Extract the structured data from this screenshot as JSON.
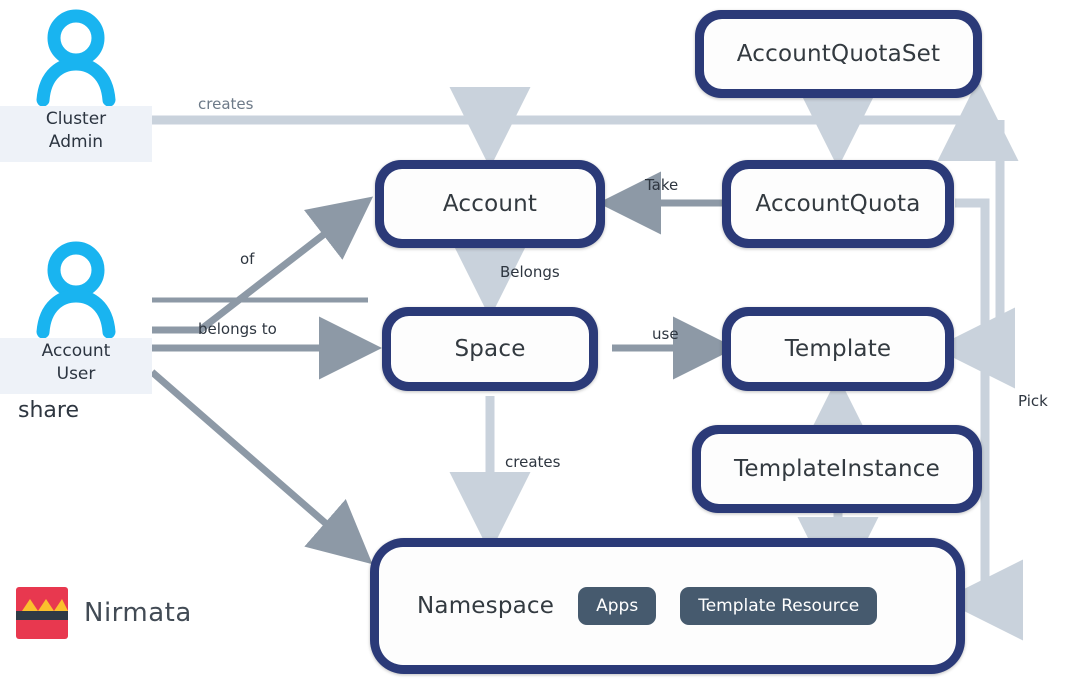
{
  "diagram": {
    "title": "Nirmata account / namespace object model",
    "colors": {
      "node_border": "#2b3a78",
      "node_fill": "#fdfdfd",
      "node_text": "#333a40",
      "pill_fill": "#465a6e",
      "pill_text": "#ffffff",
      "actor_icon": "#19b4f0",
      "actor_caption_bg": "#eef2f8",
      "connector": "#8a97a5",
      "background": "#ffffff",
      "brand_red": "#e8384f"
    },
    "actors": [
      {
        "id": "cluster-admin",
        "icon": "user-icon",
        "line1": "Cluster",
        "line2": "Admin"
      },
      {
        "id": "account-user",
        "icon": "user-icon",
        "line1": "Account",
        "line2": "User"
      }
    ],
    "nodes": [
      {
        "id": "account-quota-set",
        "label": "AccountQuotaSet"
      },
      {
        "id": "account",
        "label": "Account"
      },
      {
        "id": "account-quota",
        "label": "AccountQuota"
      },
      {
        "id": "space",
        "label": "Space"
      },
      {
        "id": "template",
        "label": "Template"
      },
      {
        "id": "template-instance",
        "label": "TemplateInstance"
      },
      {
        "id": "namespace",
        "label": "Namespace"
      }
    ],
    "pills": [
      {
        "id": "apps",
        "label": "Apps"
      },
      {
        "id": "template-resource",
        "label": "Template Resource"
      }
    ],
    "edge_labels": [
      {
        "id": "admin-creates",
        "text": "creates"
      },
      {
        "id": "quota-take",
        "text": "Take"
      },
      {
        "id": "account-belongs",
        "text": "Belongs"
      },
      {
        "id": "user-of",
        "text": "of"
      },
      {
        "id": "user-belongs-to",
        "text": "belongs to"
      },
      {
        "id": "space-use",
        "text": "use"
      },
      {
        "id": "space-creates",
        "text": "creates"
      },
      {
        "id": "right-pick",
        "text": "Pick"
      },
      {
        "id": "user-share",
        "text": "share"
      }
    ],
    "brand": {
      "icon": "nirmata-logo-icon",
      "word": "Nirmata"
    }
  }
}
